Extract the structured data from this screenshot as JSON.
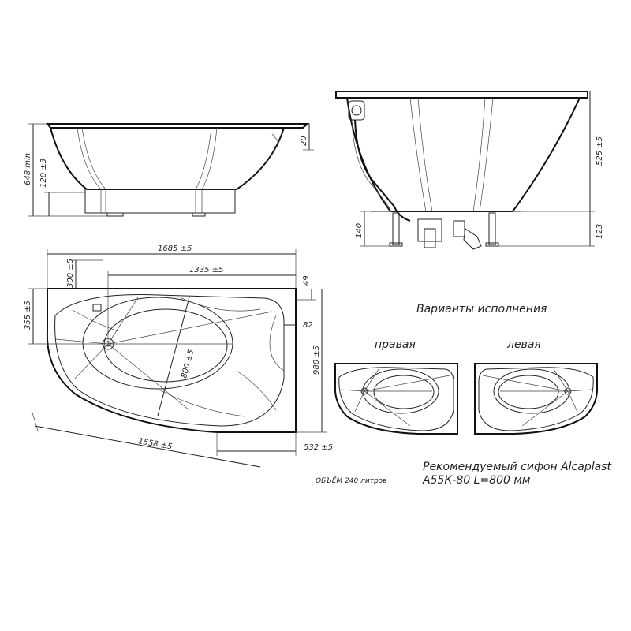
{
  "side_view": {
    "dims": {
      "overall_height": "648 min",
      "rim": "20",
      "leg_adjust": "120 ±3"
    }
  },
  "front_view": {
    "dims": {
      "height": "525 ±5",
      "leg_height": "123",
      "drain_height": "140"
    }
  },
  "plan_view": {
    "dims": {
      "length": "1685 ±5",
      "inner_length": "1335 ±5",
      "top_left": "300 ±5",
      "left_height": "355 ±5",
      "top_offset": "49",
      "rim_width": "82",
      "overall_depth": "980 ±5",
      "inner_depth": "800 ±5",
      "diagonal": "1558 ±5",
      "right_bottom": "532 ±5"
    },
    "volume": "ОБЪЁМ 240 литров"
  },
  "variants": {
    "title": "Варианты исполнения",
    "right_label": "правая",
    "left_label": "левая"
  },
  "siphon": {
    "line1": "Рекомендуемый сифон Alcaplast",
    "line2": "А55К-80 L=800 мм"
  }
}
